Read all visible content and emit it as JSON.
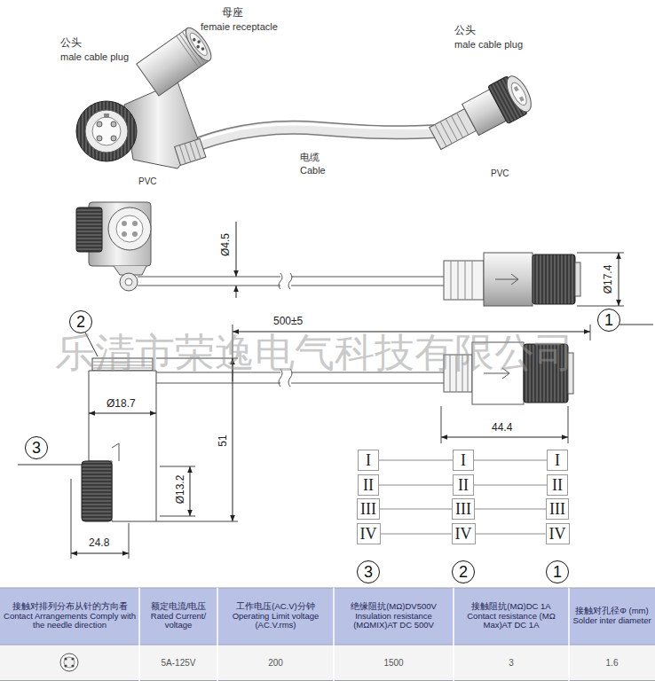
{
  "diagram": {
    "nodes": [
      {
        "text": [
          "2"
        ]
      },
      {
        "text": [
          "1"
        ]
      },
      {
        "text": [
          "3"
        ]
      },
      {
        "text": [
          "I"
        ]
      },
      {
        "text": [
          "I"
        ]
      },
      {
        "text": [
          "I"
        ]
      },
      {
        "text": [
          "II"
        ]
      },
      {
        "text": [
          "II"
        ]
      },
      {
        "text": [
          "II"
        ]
      },
      {
        "text": [
          "III"
        ]
      },
      {
        "text": [
          "III"
        ]
      },
      {
        "text": [
          "III"
        ]
      },
      {
        "text": [
          "IV"
        ]
      },
      {
        "text": [
          "IV"
        ]
      },
      {
        "text": [
          "IV"
        ]
      },
      {
        "text": [
          "3"
        ]
      },
      {
        "text": [
          "2"
        ]
      },
      {
        "text": [
          "1"
        ]
      }
    ],
    "edges": [
      {
        "from": 3,
        "to": 4,
        "arrow": "none"
      },
      {
        "from": 4,
        "to": 5,
        "arrow": "none"
      },
      {
        "from": 6,
        "to": 7,
        "arrow": "none"
      },
      {
        "from": 7,
        "to": 8,
        "arrow": "none"
      },
      {
        "from": 9,
        "to": 10,
        "arrow": "none"
      },
      {
        "from": 10,
        "to": 11,
        "arrow": "none"
      },
      {
        "from": 12,
        "to": 13,
        "arrow": "none"
      },
      {
        "from": 13,
        "to": 14,
        "arrow": "none"
      }
    ],
    "labels": [
      "母座",
      "femaie receptacle",
      "公头",
      "male cable plug",
      "公头",
      "male cable plug",
      "电缆",
      "Cable",
      "PVC",
      "PVC",
      "Ø4.5",
      "Ø17.4",
      "500±5",
      "乐清市荣逸电气科技有限公司",
      "Ø18.7",
      "Ø13.2",
      "51",
      "24.8",
      "44.4",
      "接触对排列分布从针的方向看",
      "Contact Arrangements Comply with the needle direction",
      "额定电流/电压",
      "Rated Current/ voltage",
      "工作电压(AC.V)分钟",
      "Operating Limit voltage (AC.V.rms)",
      "绝缘阻抗(MΩ)DV500V",
      "Insulation resistance (MΩMIX)AT DC 500V",
      "接触阻抗(MΩ)DC 1A",
      "Contact resistance (MΩ Max)AT DC 1A",
      "接触对孔径Φ (mm)",
      "Solder inter diameter",
      "5A-125V",
      "200",
      "1500",
      "3",
      "1.6"
    ]
  }
}
